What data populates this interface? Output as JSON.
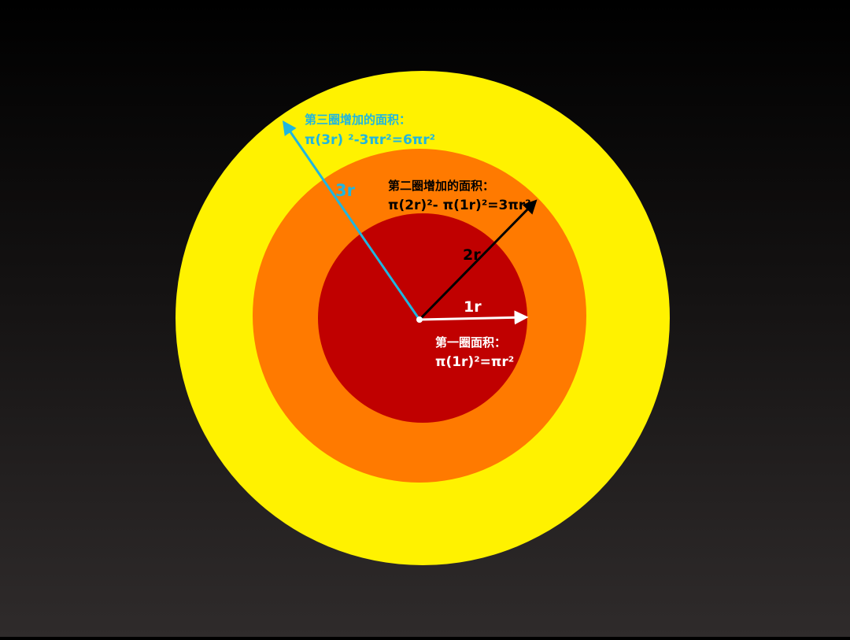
{
  "colors": {
    "outer_ring": "#FFF200",
    "middle_ring": "#FF7A00",
    "inner_circle": "#C00000",
    "label_cyan": "#1FB6E0",
    "label_black": "#000000",
    "label_white": "#FFFFFF"
  },
  "rings": {
    "outer": {
      "radius_label": "3r"
    },
    "middle": {
      "radius_label": "2r"
    },
    "inner": {
      "radius_label": "1r"
    }
  },
  "annotations": {
    "third_ring": {
      "title": "第三圈增加的面积：",
      "formula": "π(3r) ²-3πr²=6πr²"
    },
    "second_ring": {
      "title": "第二圈增加的面积：",
      "formula": "π(2r)²- π(1r)²=3πr²"
    },
    "first_ring": {
      "title": "第一圈面积：",
      "formula": "π(1r)²=πr²"
    }
  }
}
